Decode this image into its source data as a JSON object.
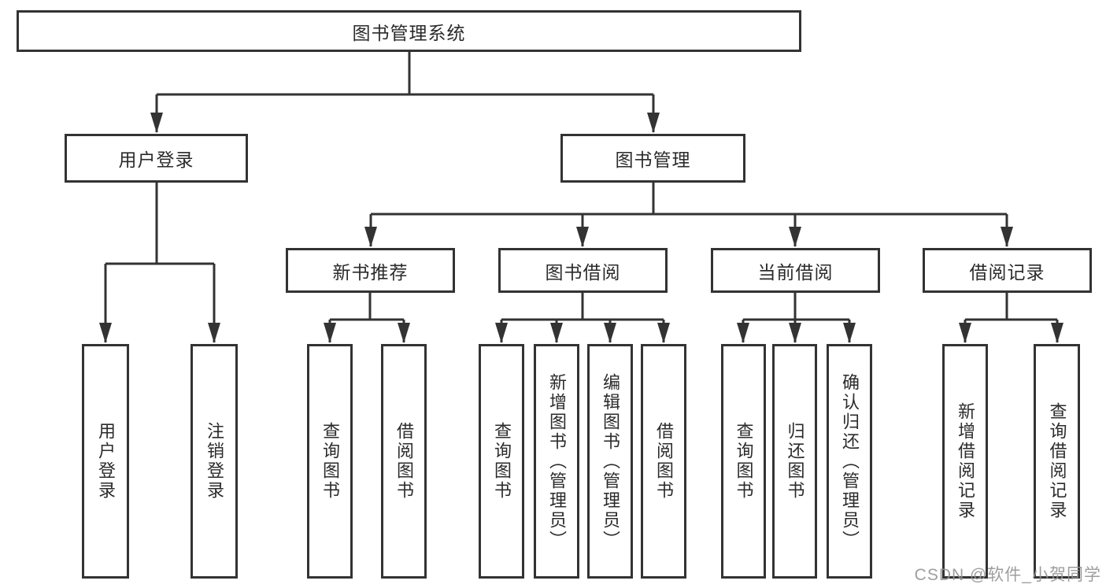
{
  "tree": {
    "root": "图书管理系统",
    "branches": [
      {
        "label": "用户登录",
        "children": [
          {
            "label": "用户登录"
          },
          {
            "label": "注销登录"
          }
        ]
      },
      {
        "label": "图书管理",
        "children": [
          {
            "label": "新书推荐",
            "children": [
              {
                "label": "查询图书"
              },
              {
                "label": "借阅图书"
              }
            ]
          },
          {
            "label": "图书借阅",
            "children": [
              {
                "label": "查询图书"
              },
              {
                "label": "新增图书（管理员）"
              },
              {
                "label": "编辑图书（管理员）"
              },
              {
                "label": "借阅图书"
              }
            ]
          },
          {
            "label": "当前借阅",
            "children": [
              {
                "label": "查询图书"
              },
              {
                "label": "归还图书"
              },
              {
                "label": "确认归还（管理员）"
              }
            ]
          },
          {
            "label": "借阅记录",
            "children": [
              {
                "label": "新增借阅记录"
              },
              {
                "label": "查询借阅记录"
              }
            ]
          }
        ]
      }
    ]
  },
  "watermark": {
    "text": "CSDN @软件_小贺同学"
  },
  "colors": {
    "line": "#333333",
    "box_border": "#333333",
    "text": "#2b2b2b",
    "watermark": "#949494",
    "background": "#ffffff"
  }
}
